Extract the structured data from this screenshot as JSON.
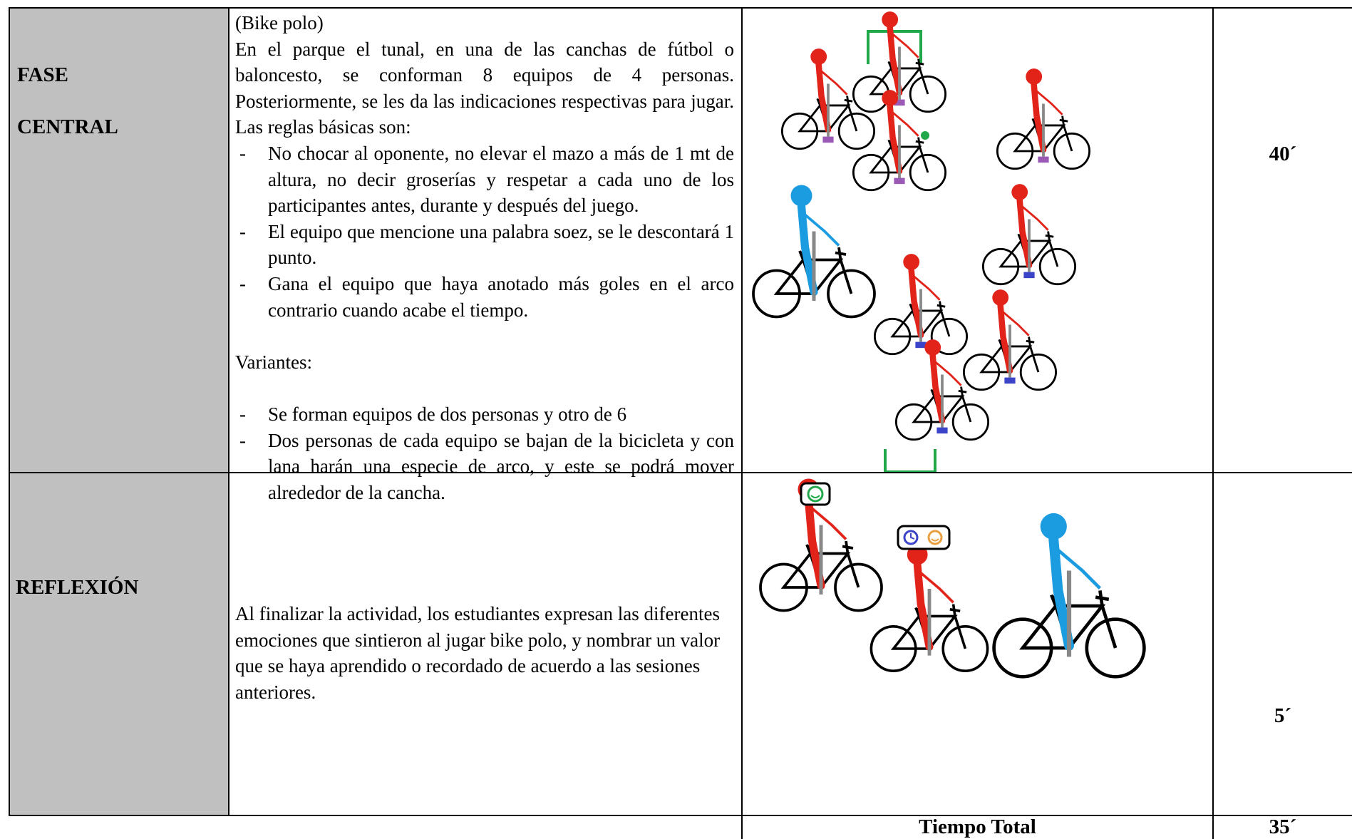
{
  "rows": [
    {
      "phase_line1": "FASE",
      "phase_line2": "CENTRAL",
      "title": "(Bike polo)",
      "intro": "En el parque el tunal, en una de las canchas de fútbol o baloncesto, se conforman 8 equipos de 4 personas. Posteriormente, se les da las indicaciones respectivas para jugar. Las reglas básicas son:",
      "rules": [
        "No chocar al oponente, no elevar el mazo a más de 1 mt de altura, no decir groserías y respetar a cada uno de los participantes antes, durante y después del juego.",
        "El equipo que mencione una palabra soez, se le descontará 1 punto.",
        "Gana el equipo que haya anotado más goles en el arco contrario cuando acabe el tiempo."
      ],
      "variants_label": "Variantes:",
      "variants": [
        "Se forman equipos de dos personas y otro de 6",
        "Dos personas de cada equipo se bajan de la bicicleta y con lana harán una especie de arco, y este se podrá mover alrededor de la cancha."
      ],
      "bullet": "-",
      "time": "40´"
    },
    {
      "phase": "REFLEXIÓN",
      "text": "Al finalizar la actividad, los estudiantes expresan las diferentes emociones que sintieron al jugar bike polo, y nombrar un valor que se haya aprendido o recordado de acuerdo a las sesiones anteriores.",
      "time": "5´"
    }
  ],
  "total": {
    "label": "Tiempo Total",
    "time": "35´"
  },
  "colors": {
    "phase_fill": "#c0c0c0",
    "rider_red": "#e2231a",
    "rider_blue": "#1b9be0",
    "goal_green": "#20a84a",
    "mallet_purple": "#9b59b6",
    "mallet_blue": "#3b44c8"
  },
  "icons": [
    "bicycle-rider-icon",
    "goal-icon",
    "ball-icon",
    "speech-bubble-icon",
    "smiley-icon",
    "clock-icon"
  ]
}
